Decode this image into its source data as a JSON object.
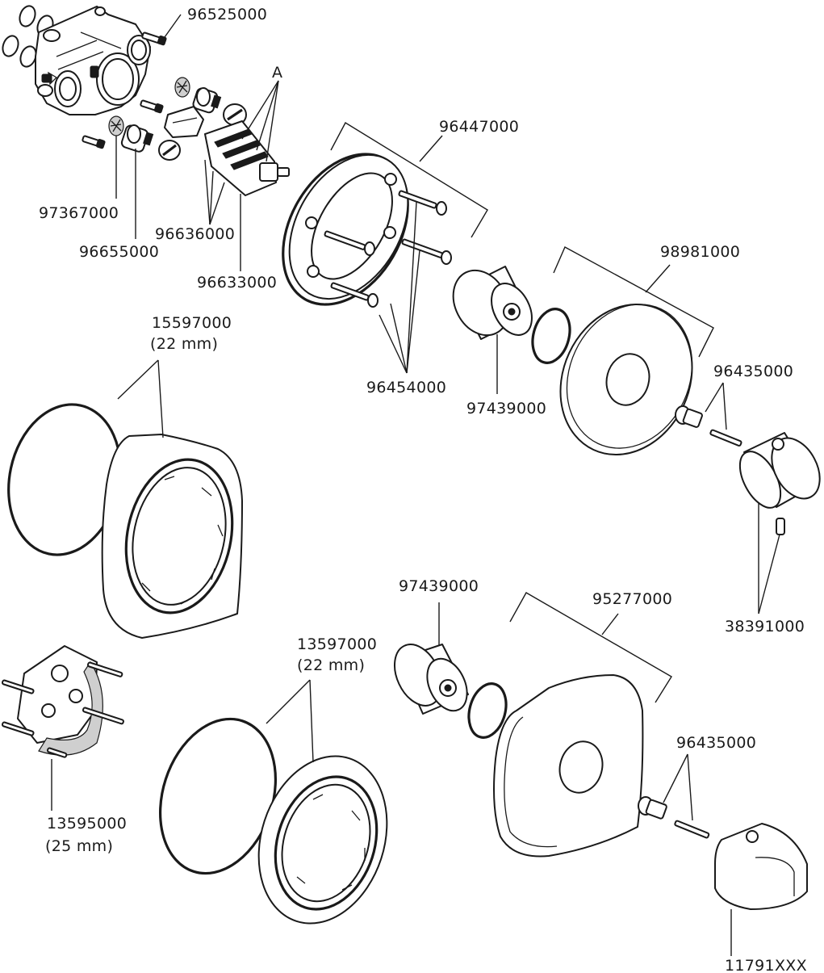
{
  "labels": {
    "p96525000": "96525000",
    "pA": "A",
    "p97367000": "97367000",
    "p96655000": "96655000",
    "p96636000": "96636000",
    "p96633000": "96633000",
    "p96447000": "96447000",
    "p96454000": "96454000",
    "p97439000_top": "97439000",
    "p98981000": "98981000",
    "p96435000_top": "96435000",
    "p38391000": "38391000",
    "p15597000": "15597000",
    "p15597000_size": "(22 mm)",
    "p13597000": "13597000",
    "p13597000_size": "(22 mm)",
    "p13595000": "13595000",
    "p13595000_size": "(25 mm)",
    "p97439000_bottom": "97439000",
    "p95277000": "95277000",
    "p96435000_bottom": "96435000",
    "p11791XXX": "11791XXX"
  }
}
